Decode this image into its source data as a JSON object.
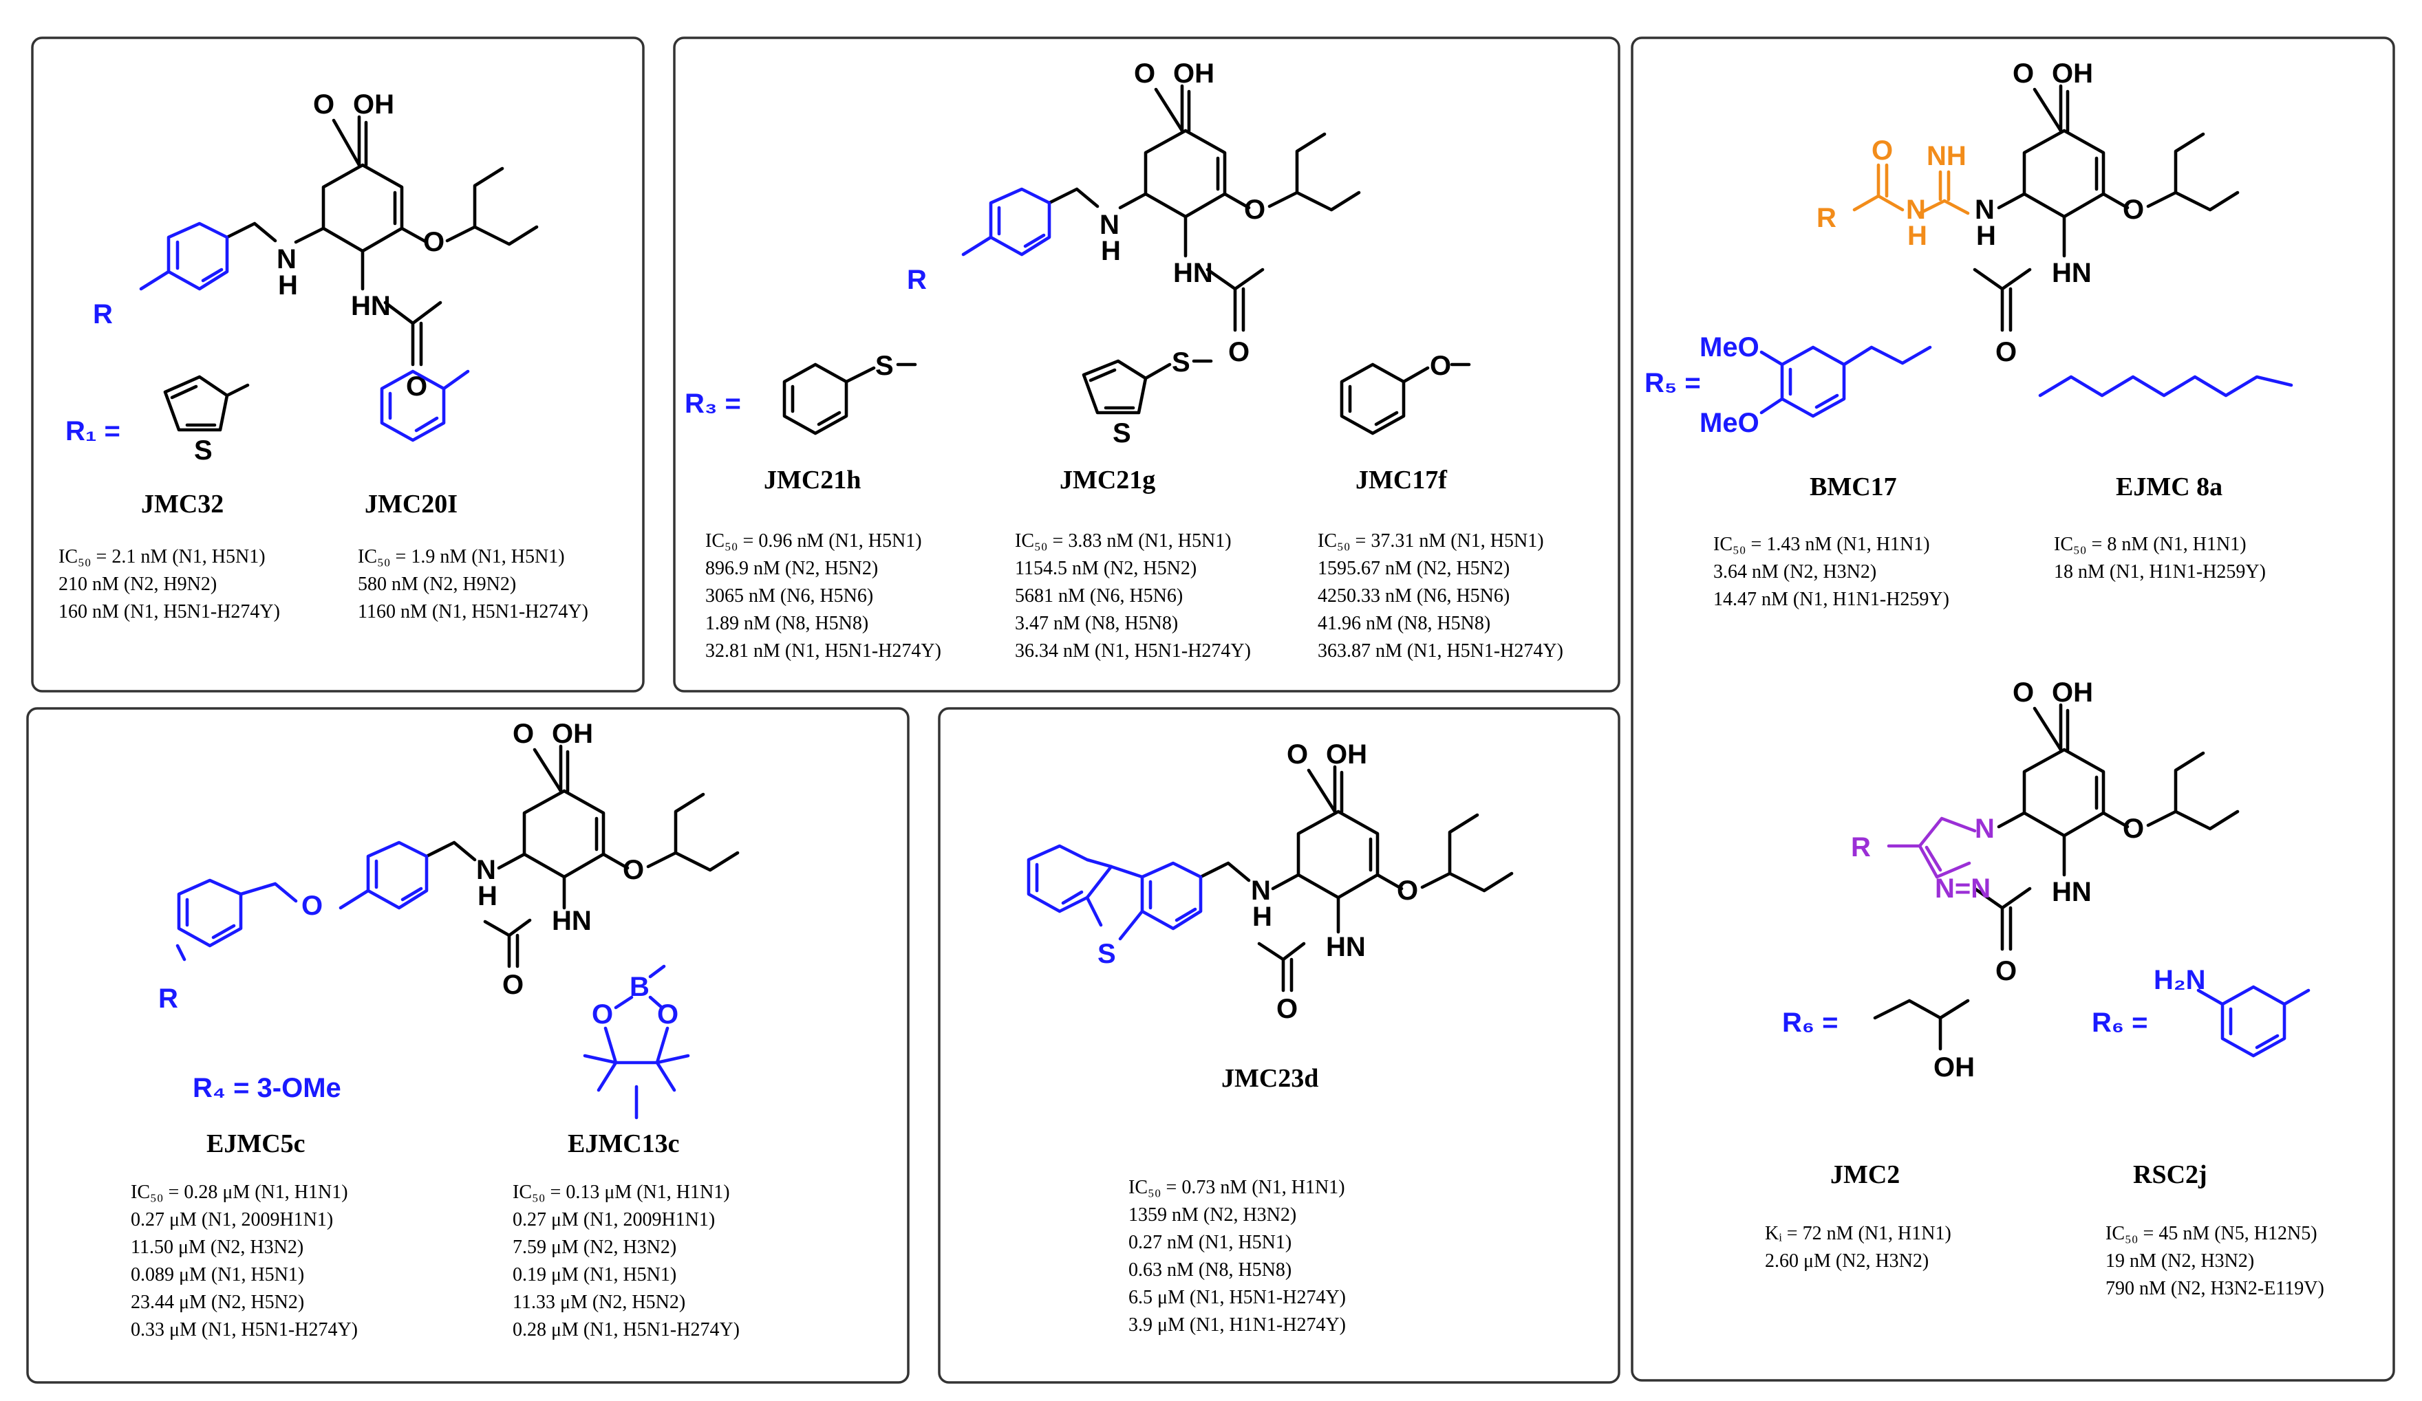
{
  "panels": {
    "p1": {
      "r_label": "R₁ =",
      "compounds": [
        {
          "name": "JMC32",
          "lines": [
            "IC₅₀ = 2.1 nM (N1, H5N1)",
            "210 nM (N2, H9N2)",
            "160 nM (N1, H5N1-H274Y)"
          ]
        },
        {
          "name": "JMC20I",
          "lines": [
            "IC₅₀ = 1.9 nM (N1, H5N1)",
            "580 nM (N2, H9N2)",
            "1160 nM (N1, H5N1-H274Y)"
          ]
        }
      ]
    },
    "p2": {
      "r_label": "R₃ =",
      "compounds": [
        {
          "name": "JMC21h",
          "lines": [
            "IC₅₀ = 0.96 nM (N1, H5N1)",
            "896.9 nM (N2, H5N2)",
            "3065 nM (N6, H5N6)",
            "1.89 nM (N8, H5N8)",
            "32.81 nM (N1, H5N1-H274Y)"
          ]
        },
        {
          "name": "JMC21g",
          "lines": [
            "IC₅₀ = 3.83 nM (N1, H5N1)",
            "1154.5 nM (N2, H5N2)",
            "5681 nM (N6, H5N6)",
            "3.47 nM (N8, H5N8)",
            "36.34 nM (N1, H5N1-H274Y)"
          ]
        },
        {
          "name": "JMC17f",
          "lines": [
            "IC₅₀ = 37.31 nM (N1, H5N1)",
            "1595.67 nM (N2, H5N2)",
            "4250.33 nM (N6, H5N6)",
            "41.96 nM (N8, H5N8)",
            "363.87 nM (N1, H5N1-H274Y)"
          ]
        }
      ]
    },
    "p3": {
      "r5_label": "R₅ =",
      "r6_label": "R₆ =",
      "compounds": [
        {
          "name": "BMC17",
          "lines": [
            "IC₅₀ = 1.43 nM (N1, H1N1)",
            "3.64 nM (N2, H3N2)",
            "14.47 nM (N1, H1N1-H259Y)"
          ]
        },
        {
          "name": "EJMC 8a",
          "lines": [
            "IC₅₀ = 8 nM (N1, H1N1)",
            "18 nM (N1, H1N1-H259Y)"
          ]
        },
        {
          "name": "JMC2",
          "lines": [
            "Kᵢ = 72 nM (N1, H1N1)",
            "2.60 μM (N2, H3N2)"
          ]
        },
        {
          "name": "RSC2j",
          "lines": [
            "IC₅₀ = 45 nM (N5, H12N5)",
            "19 nM (N2, H3N2)",
            "790 nM (N2, H3N2-E119V)"
          ]
        }
      ]
    },
    "p4": {
      "r4_label": "R₄ = 3-OMe",
      "compounds": [
        {
          "name": "EJMC5c",
          "lines": [
            "IC₅₀ = 0.28 μM (N1, H1N1)",
            "0.27 μM (N1, 2009H1N1)",
            "11.50 μM (N2, H3N2)",
            "0.089 μM (N1, H5N1)",
            "23.44 μM (N2, H5N2)",
            "0.33 μM (N1, H5N1-H274Y)"
          ]
        },
        {
          "name": "EJMC13c",
          "lines": [
            "IC₅₀ = 0.13 μM (N1, H1N1)",
            "0.27 μM (N1, 2009H1N1)",
            "7.59 μM (N2, H3N2)",
            "0.19 μM (N1, H5N1)",
            "11.33 μM (N2, H5N2)",
            "0.28 μM (N1, H5N1-H274Y)"
          ]
        }
      ]
    },
    "p5": {
      "compounds": [
        {
          "name": "JMC23d",
          "lines": [
            "IC₅₀ = 0.73 nM (N1, H1N1)",
            "1359 nM (N2, H3N2)",
            "0.27 nM (N1, H5N1)",
            "0.63 nM (N8, H5N8)",
            "6.5 μM (N1, H5N1-H274Y)",
            "3.9 μM (N1, H1N1-H274Y)"
          ]
        }
      ]
    }
  },
  "atoms": {
    "cooh": "O  OH",
    "o_ether": "O",
    "nh": "N",
    "h": "H",
    "hn": "HN",
    "o": "O",
    "s": "S",
    "b": "B",
    "nh_imine": "NH",
    "oh": "OH",
    "h2n": "H₂N"
  },
  "colors": {
    "blue": "#1a1aff",
    "orange": "#f28c1a",
    "purple": "#9b2fd6",
    "black": "#000000"
  }
}
